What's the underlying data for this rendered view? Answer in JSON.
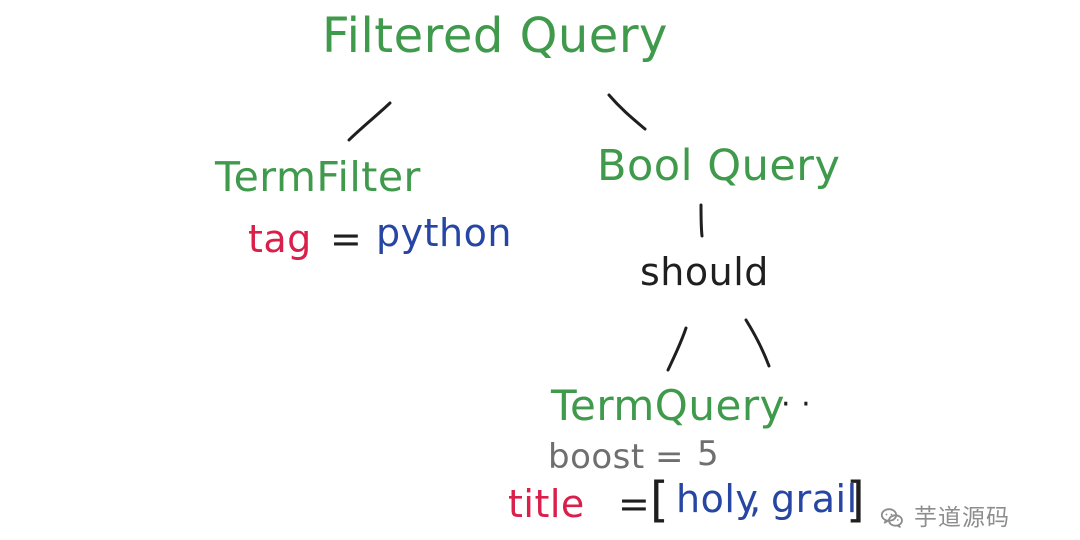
{
  "diagram": {
    "root": "Filtered Query",
    "left_child": {
      "title": "TermFilter",
      "field": "tag",
      "operator": "=",
      "value": "python"
    },
    "right_child": {
      "title": "Bool Query",
      "clause": "should",
      "child": {
        "title": "TermQuery",
        "more": "· ·",
        "boost_label": "boost",
        "boost_operator": "=",
        "boost_value": "5",
        "field": "title",
        "field_operator": "=",
        "open_bracket": "[",
        "value_1": "holy",
        "separator": ",",
        "value_2": "grail",
        "close_bracket": "]"
      }
    }
  },
  "watermark": {
    "icon": "wechat-icon",
    "text": "芋道源码"
  },
  "colors": {
    "green": "#3f9a4b",
    "black": "#1f1f1f",
    "red": "#d91f4a",
    "blue": "#2746a4",
    "gray": "#6f6f6f",
    "watermark": "#8d8d8d"
  }
}
